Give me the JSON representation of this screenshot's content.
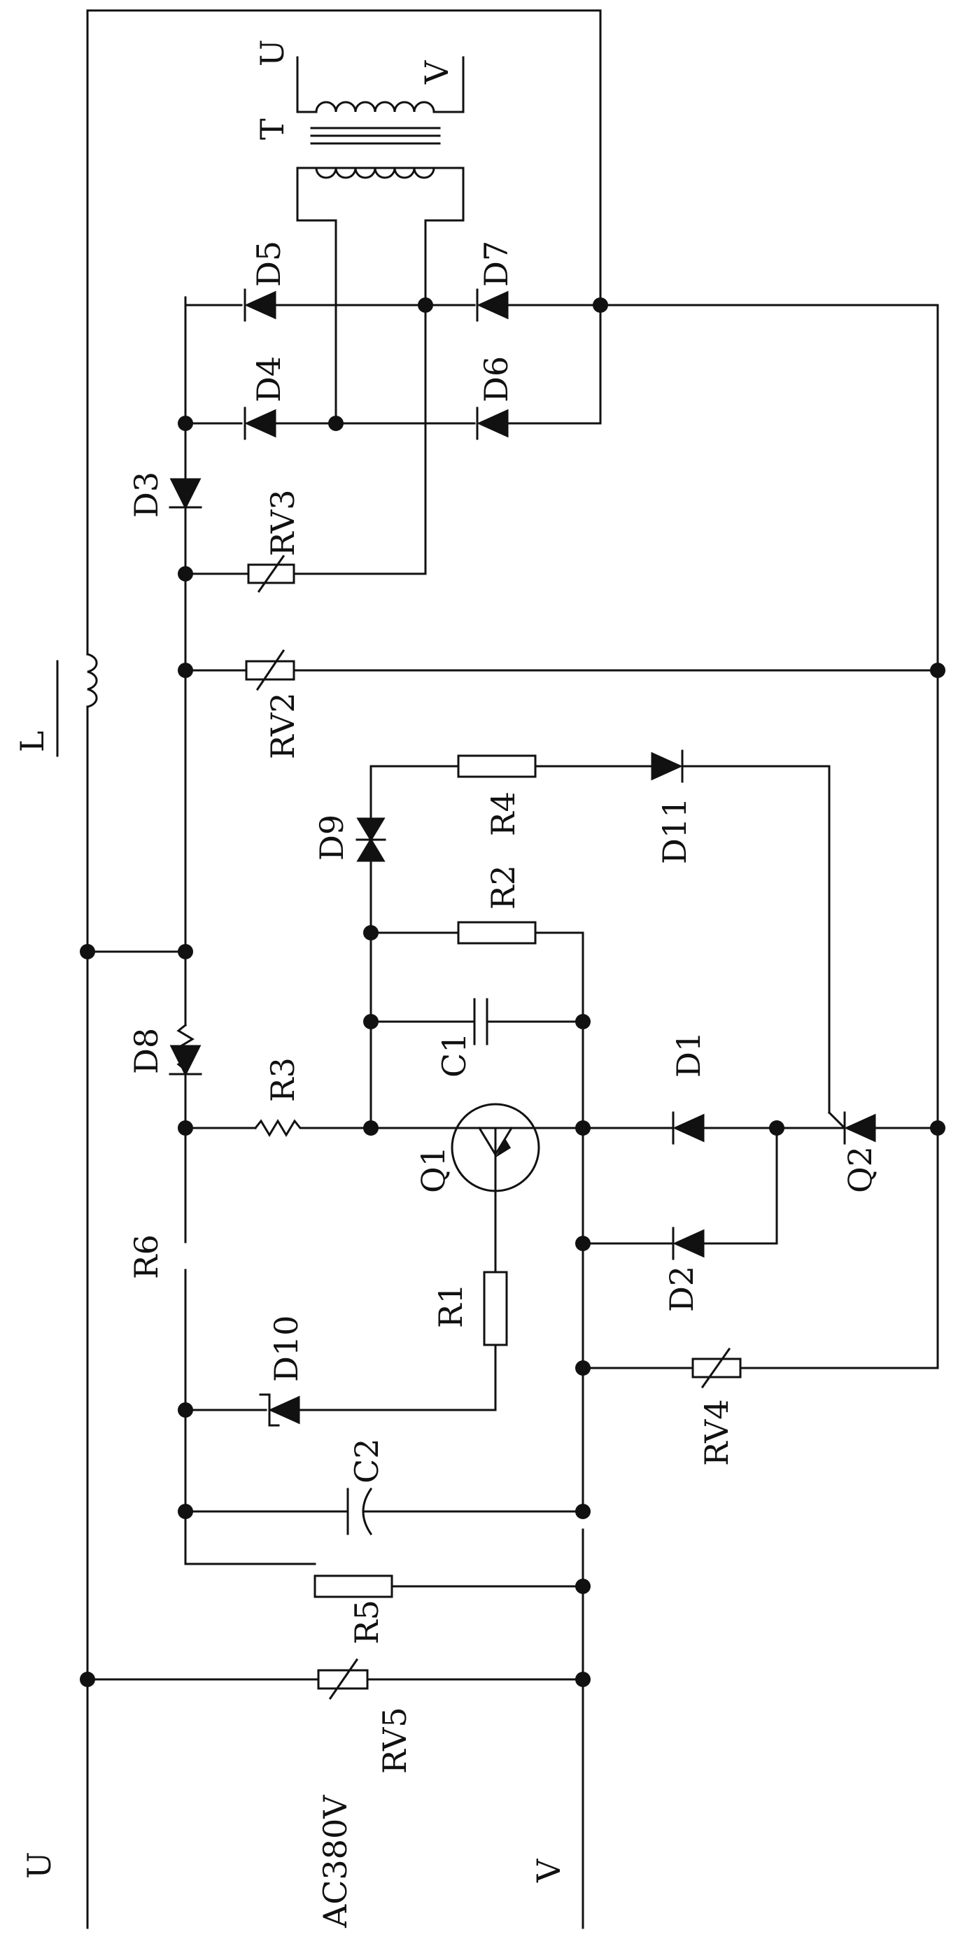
{
  "labels": {
    "T": "T",
    "U_top": "U",
    "V_top": "V",
    "D5": "D5",
    "D7": "D7",
    "D4": "D4",
    "D6": "D6",
    "D3": "D3",
    "RV3": "RV3",
    "L": "L",
    "RV2": "RV2",
    "D9": "D9",
    "R4": "R4",
    "D11": "D11",
    "R2": "R2",
    "D8": "D8",
    "C1": "C1",
    "R3": "R3",
    "D1": "D1",
    "Q1": "Q1",
    "Q2": "Q2",
    "R6": "R6",
    "R1": "R1",
    "D2": "D2",
    "D10": "D10",
    "RV4": "RV4",
    "C2": "C2",
    "R5": "R5",
    "RV5": "RV5",
    "U_bottom": "U",
    "V_bottom": "V",
    "AC380V": "AC380V"
  },
  "colors": {
    "ink": "#111111",
    "paper": "#ffffff"
  }
}
